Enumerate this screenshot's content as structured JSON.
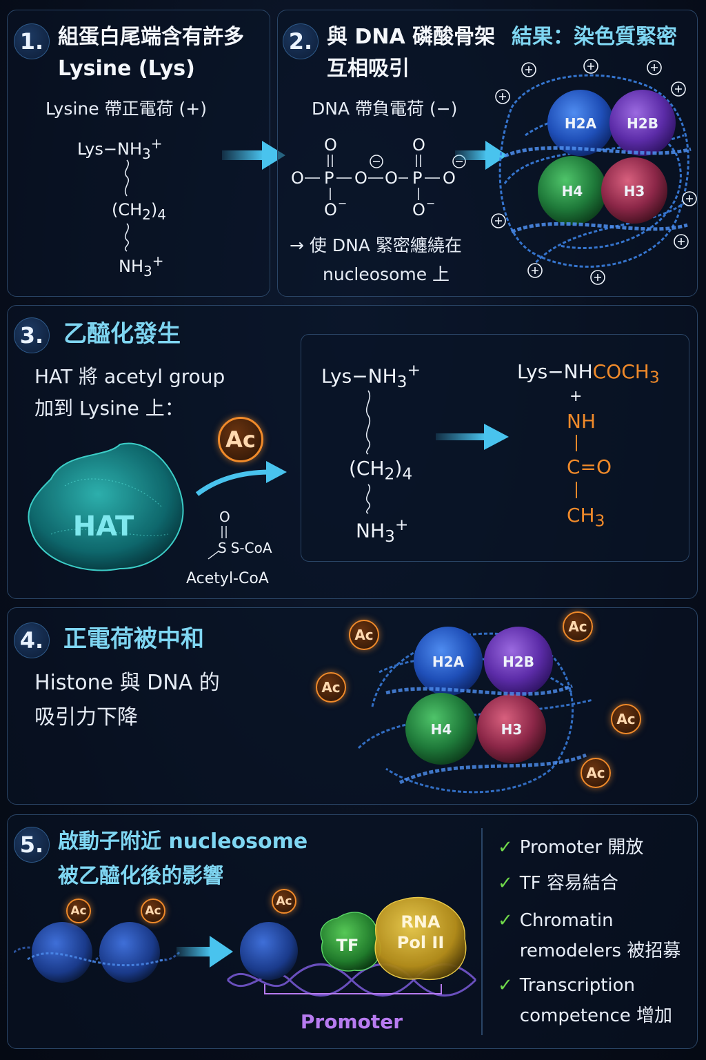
{
  "panel1": {
    "number": "1.",
    "title_line1": "組蛋白尾端含有許多",
    "title_line2": "Lysine (Lys)",
    "subtitle": "Lysine 帶正電荷 (+)",
    "chem_top": "Lys−NH",
    "chem_mid": "(CH",
    "chem_bot": "NH"
  },
  "panel2": {
    "number": "2.",
    "title_line1": "與 DNA 磷酸骨架",
    "title_line2": "互相吸引",
    "subtitle": "DNA 帶負電荷 (−)",
    "note_line1": "→ 使 DNA 緊密纏繞在",
    "note_line2": "nucleosome 上"
  },
  "result": {
    "title": "結果：染色質緊密"
  },
  "histones": {
    "h2a": "H2A",
    "h2b": "H2B",
    "h4": "H4",
    "h3": "H3"
  },
  "panel3": {
    "number": "3.",
    "title": "乙醯化發生",
    "text_line1": "HAT 將 acetyl group",
    "text_line2": "加到 Lysine 上：",
    "hat_label": "HAT",
    "ac_label": "Ac",
    "coa_label": "S-CoA",
    "acetyl_coa": "Acetyl-CoA",
    "left_top": "Lys−NH",
    "left_mid": "(CH",
    "left_bot": "NH",
    "right_top_a": "Lys−NH",
    "right_top_b": "COCH",
    "right_nh": "NH",
    "right_co": "C=O",
    "right_ch3": "CH"
  },
  "panel4": {
    "number": "4.",
    "title": "正電荷被中和",
    "text_line1": "Histone 與 DNA 的",
    "text_line2": "吸引力下降",
    "ac_label": "Ac"
  },
  "panel5": {
    "number": "5.",
    "title_line1": "啟動子附近 nucleosome",
    "title_line2": "被乙醯化後的影響",
    "tf_label": "TF",
    "rna_label_line1": "RNA",
    "rna_label_line2": "Pol II",
    "promoter_label": "Promoter",
    "ac_label": "Ac",
    "checks": [
      {
        "line1": "Promoter 開放",
        "line2": ""
      },
      {
        "line1": "TF 容易結合",
        "line2": ""
      },
      {
        "line1": "Chromatin",
        "line2": "remodelers 被招募"
      },
      {
        "line1": "Transcription",
        "line2": "competence 增加"
      }
    ]
  },
  "colors": {
    "panel_border": "#2a4566",
    "accent_cyan": "#7fd6f2",
    "arrow_blue": "#49c3ee",
    "acetyl_orange": "#f08a2a",
    "h2a_blue": "#1f5fd0",
    "h2b_purple": "#6a35b8",
    "h4_green": "#23813f",
    "h3_red": "#9c2e54",
    "hat_teal": "#1fa5a8",
    "tf_green": "#2f9c3a",
    "rnapol_gold": "#c8a21c",
    "promoter_purple": "#b77bf0",
    "check_green": "#6fd84a"
  }
}
